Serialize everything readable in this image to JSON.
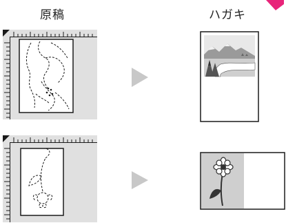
{
  "headers": {
    "original": "原稿",
    "output": "ハガキ"
  },
  "icons": {
    "corner": "pink-corner-marker",
    "arrow": "play-arrow",
    "ruler": "scanner-ruler",
    "original_sketch": "dashed-line-drawing",
    "postcard_landscape": "landscape-photo",
    "postcard_flower": "flower-photo"
  },
  "colors": {
    "accent": "#e8247a",
    "arrow": "#c8c8c8",
    "ruler_bg": "#e0e0e0",
    "line": "#1a1a1a"
  }
}
